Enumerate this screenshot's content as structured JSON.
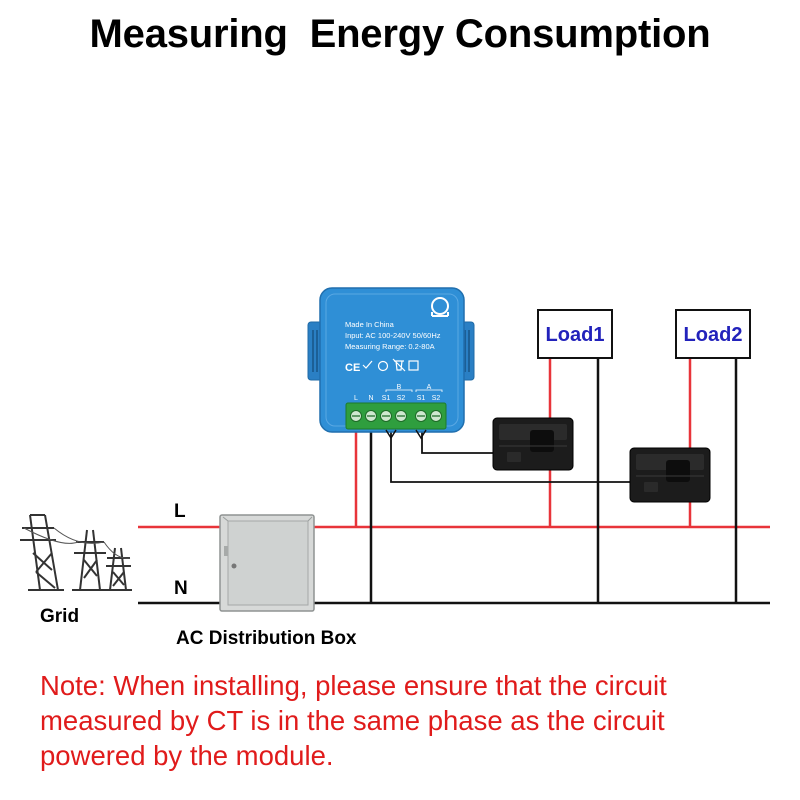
{
  "title": "Measuring  Energy Consumption",
  "labels": {
    "line_l": "L",
    "line_n": "N",
    "grid": "Grid",
    "distribution_box": "AC Distribution Box"
  },
  "loads": [
    {
      "name": "Load1"
    },
    {
      "name": "Load2"
    }
  ],
  "module": {
    "made_in": "Made In China",
    "input": "Input: AC 100-240V 50/60Hz",
    "range": "Measuring Range: 0.2-80A",
    "marks": "CE",
    "group_b": "B",
    "group_a": "A",
    "terminals": [
      "L",
      "N",
      "S1",
      "S2",
      "S1",
      "S2"
    ]
  },
  "note": {
    "label": "Note:",
    "text": " When installing, please ensure that the circuit measured by CT is in the same phase as the circuit powered by the module."
  },
  "colors": {
    "live_wire": "#e8343a",
    "neutral_wire": "#111111",
    "module_body": "#2f8fd6",
    "terminal_green": "#2f9e3e",
    "load_text": "#2222bb",
    "note_text": "#e01b1b"
  }
}
